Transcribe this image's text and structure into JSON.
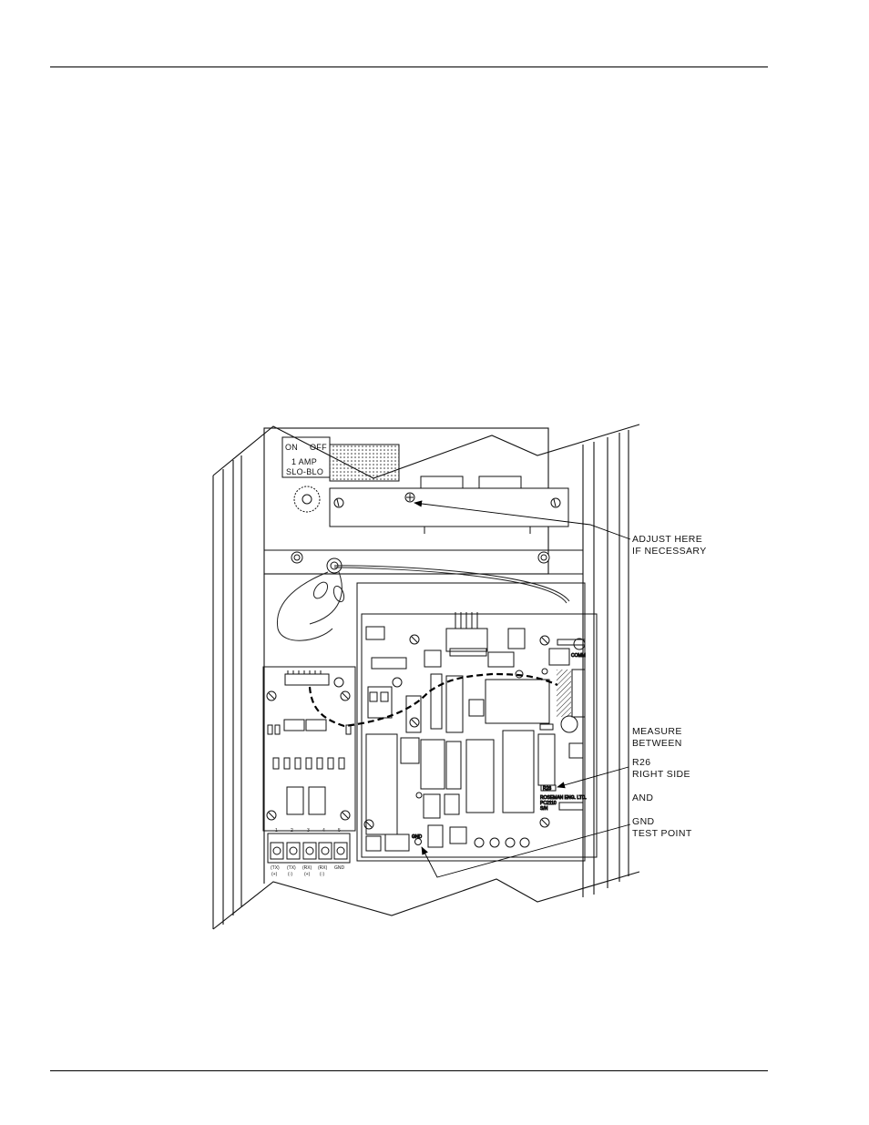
{
  "callouts": {
    "adjust": [
      "ADJUST HERE",
      "IF NECESSARY"
    ],
    "measure": [
      "MEASURE",
      "BETWEEN"
    ],
    "r26": [
      "R26",
      "RIGHT SIDE"
    ],
    "and": "AND",
    "gnd": [
      "GND",
      "TEST POINT"
    ]
  },
  "switch": {
    "on": "ON",
    "off": "OFF",
    "fuse_line1": "1 AMP",
    "fuse_line2": "SLO-BLO"
  },
  "board": {
    "maker_line1": "ROSEMAN ENG. LTD.",
    "maker_line2": "PC2110",
    "serial_label": "S/N",
    "gnd_pad": "GND",
    "r26_label": "R26",
    "comm_label": "COMM"
  },
  "terminals": {
    "numbers": [
      "1",
      "2",
      "3",
      "4",
      "5"
    ],
    "functions": [
      "(TX)",
      "(TX)",
      "(RX)",
      "(RX)",
      "GND"
    ],
    "polarity": [
      "(+)",
      "(-)",
      "(+)",
      "(-)",
      ""
    ]
  }
}
